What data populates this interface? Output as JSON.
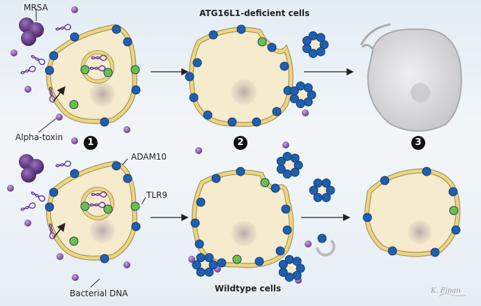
{
  "title": "ATG16L1-deficient cells",
  "bottom_title": "Wildtype cells",
  "labels": {
    "mrsa": "MRSA",
    "alpha_toxin": "Alpha-toxin",
    "adam10": "ADAM10",
    "tlr9": "TLR9",
    "bacterial_dna": "Bacterial DNA"
  },
  "steps": [
    "1",
    "2",
    "3"
  ],
  "signature": "K. Finan",
  "colors": {
    "cell_fill": "#f6ebcc",
    "membrane": "#ecd77c",
    "adam10": "#1f5fb0",
    "tlr9": "#6cc04a",
    "toxin": "#7b4fa0",
    "dead_cell": "#d9d9dc"
  }
}
